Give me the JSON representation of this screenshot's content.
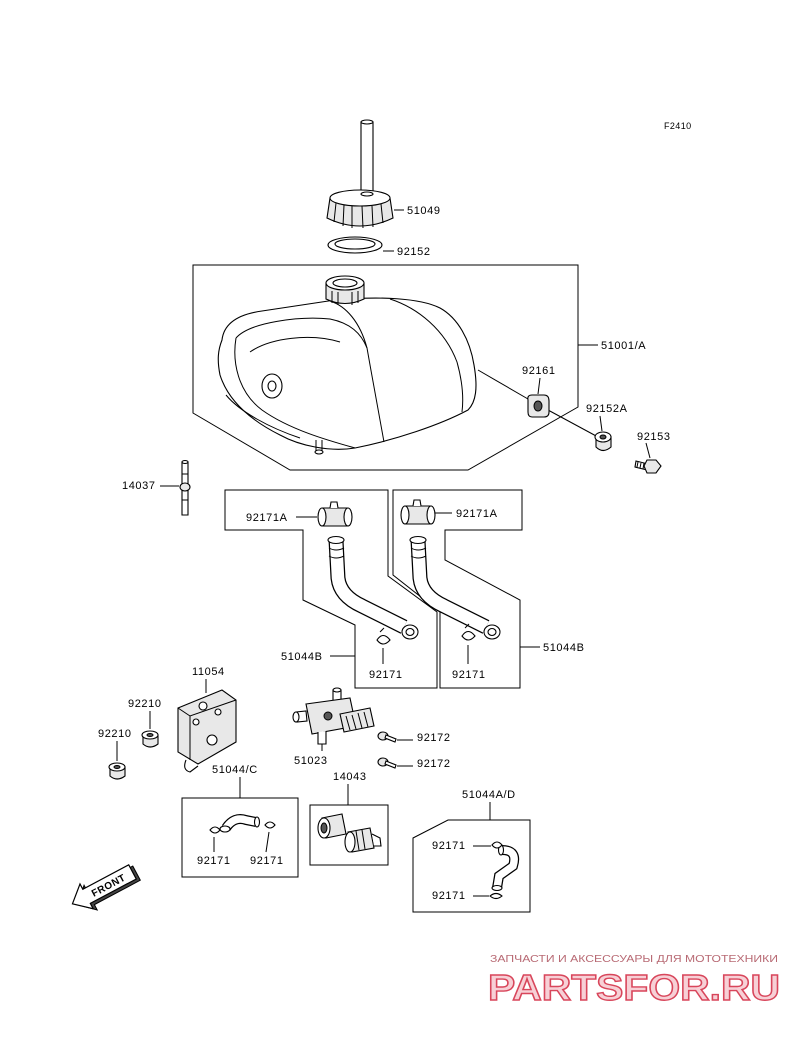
{
  "figure_code": "F2410",
  "callouts": [
    "51049",
    "92152",
    "51001/A",
    "92161",
    "92152A",
    "92153",
    "14037",
    "92171A",
    "92171A",
    "51044B",
    "92171",
    "92171",
    "51044B",
    "11054",
    "92210",
    "92210",
    "51023",
    "92172",
    "92172",
    "14043",
    "51044/C",
    "92171",
    "92171",
    "51044A/D",
    "92171",
    "92171"
  ],
  "front_label": "FRONT",
  "watermark": {
    "tagline": "ЗАПЧАСТИ И АКСЕССУАРЫ ДЛЯ МОТОТЕХНИКИ",
    "logo": "PARTSFOR.RU"
  },
  "colors": {
    "line": "#000000",
    "background": "#ffffff",
    "watermark": "#d8465b"
  }
}
